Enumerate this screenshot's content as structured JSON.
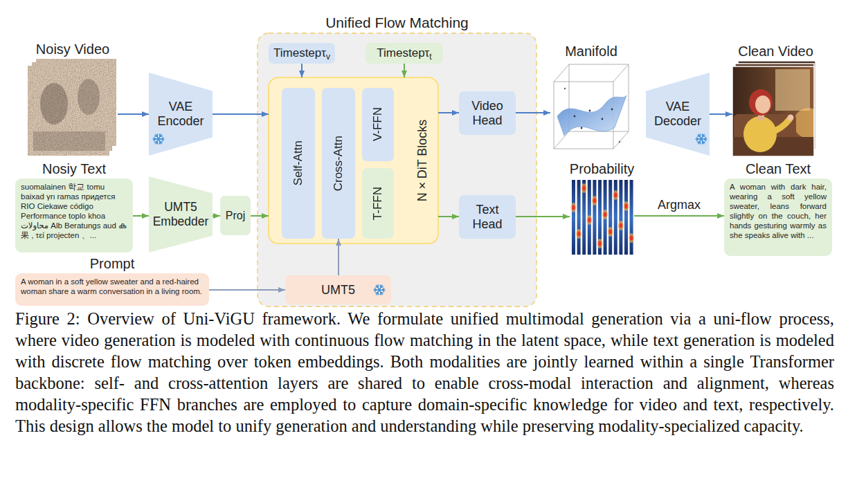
{
  "diagram": {
    "caption": "Figure 2: Overview of Uni-ViGU framework. We formulate unified multimodal generation via a uni-flow process, where video generation is modeled with continuous flow matching in the latent space, while text generation is modeled with discrete flow matching over token embeddings. Both modalities are jointly learned within a single Transformer backbone: self- and cross-attention layers are shared to enable cross-modal interaction and alignment, whereas modality-specific FFN branches are employed to capture domain-specific knowledge for video and text, respectively. This design allows the model to unify generation and understanding while preserving modality-specialized capacity.",
    "nodes": [
      {
        "text": [
          "Noisy Video"
        ]
      },
      {
        "text": [
          "VAE Encoder"
        ]
      },
      {
        "text": [
          "Nosiy Text",
          "suomalainen 학교 tomu baixad γrι ramas придется RIO Ciekawe código Performance toplo khoa محاولات Alb Beratungs aud ക 果 , τεί projecten 、..."
        ]
      },
      {
        "text": [
          "UMT5 Embedder"
        ]
      },
      {
        "text": [
          "Proj"
        ]
      },
      {
        "text": [
          "Prompt",
          "A woman in a soft yellow sweater and a red-haired woman share a warm conversation in a living room."
        ]
      },
      {
        "text": [
          "Unified Flow Matching"
        ]
      },
      {
        "text": [
          "Timestepτ",
          "v"
        ],
        "in": 6
      },
      {
        "text": [
          "Timestepτ",
          "t"
        ],
        "in": 6
      },
      {
        "text": [
          "N×DiT Blocks"
        ],
        "in": 6
      },
      {
        "text": [
          "Self-Attn"
        ],
        "in": 9
      },
      {
        "text": [
          "Cross-Attn"
        ],
        "in": 9
      },
      {
        "text": [
          "V-FFN"
        ],
        "in": 9
      },
      {
        "text": [
          "T-FFN"
        ],
        "in": 9
      },
      {
        "text": [
          "Video Head"
        ],
        "in": 6
      },
      {
        "text": [
          "Text Head"
        ],
        "in": 6
      },
      {
        "text": [
          "UMT5"
        ],
        "in": 6
      },
      {
        "text": [
          "Manifold"
        ]
      },
      {
        "text": [
          "Probability"
        ]
      },
      {
        "text": [
          "VAE Decoder"
        ]
      },
      {
        "text": [
          "Clean Video"
        ]
      },
      {
        "text": [
          "Clean Text",
          "A woman with dark hair, wearing a soft yellow sweater, leans forward slightly on the couch, her hands gesturing warmly as she speaks alive with ..."
        ]
      }
    ],
    "edges": [
      {
        "from": 0,
        "to": 1,
        "arrow": "to"
      },
      {
        "from": 1,
        "to": 9,
        "arrow": "to"
      },
      {
        "from": 2,
        "to": 3,
        "arrow": "to"
      },
      {
        "from": 3,
        "to": 4,
        "arrow": "to"
      },
      {
        "from": 4,
        "to": 9,
        "arrow": "to"
      },
      {
        "from": 5,
        "to": 16,
        "arrow": "to"
      },
      {
        "from": 16,
        "to": 11,
        "arrow": "to"
      },
      {
        "from": 7,
        "to": 9,
        "arrow": "to"
      },
      {
        "from": 8,
        "to": 9,
        "arrow": "to"
      },
      {
        "from": 9,
        "to": 14,
        "arrow": "to"
      },
      {
        "from": 9,
        "to": 15,
        "arrow": "to"
      },
      {
        "from": 14,
        "to": 17,
        "arrow": "to"
      },
      {
        "from": 15,
        "to": 18,
        "arrow": "to"
      },
      {
        "from": 19,
        "to": 20,
        "arrow": "to"
      },
      {
        "from": 18,
        "to": 21,
        "arrow": "to",
        "label": "Argmax"
      }
    ]
  }
}
